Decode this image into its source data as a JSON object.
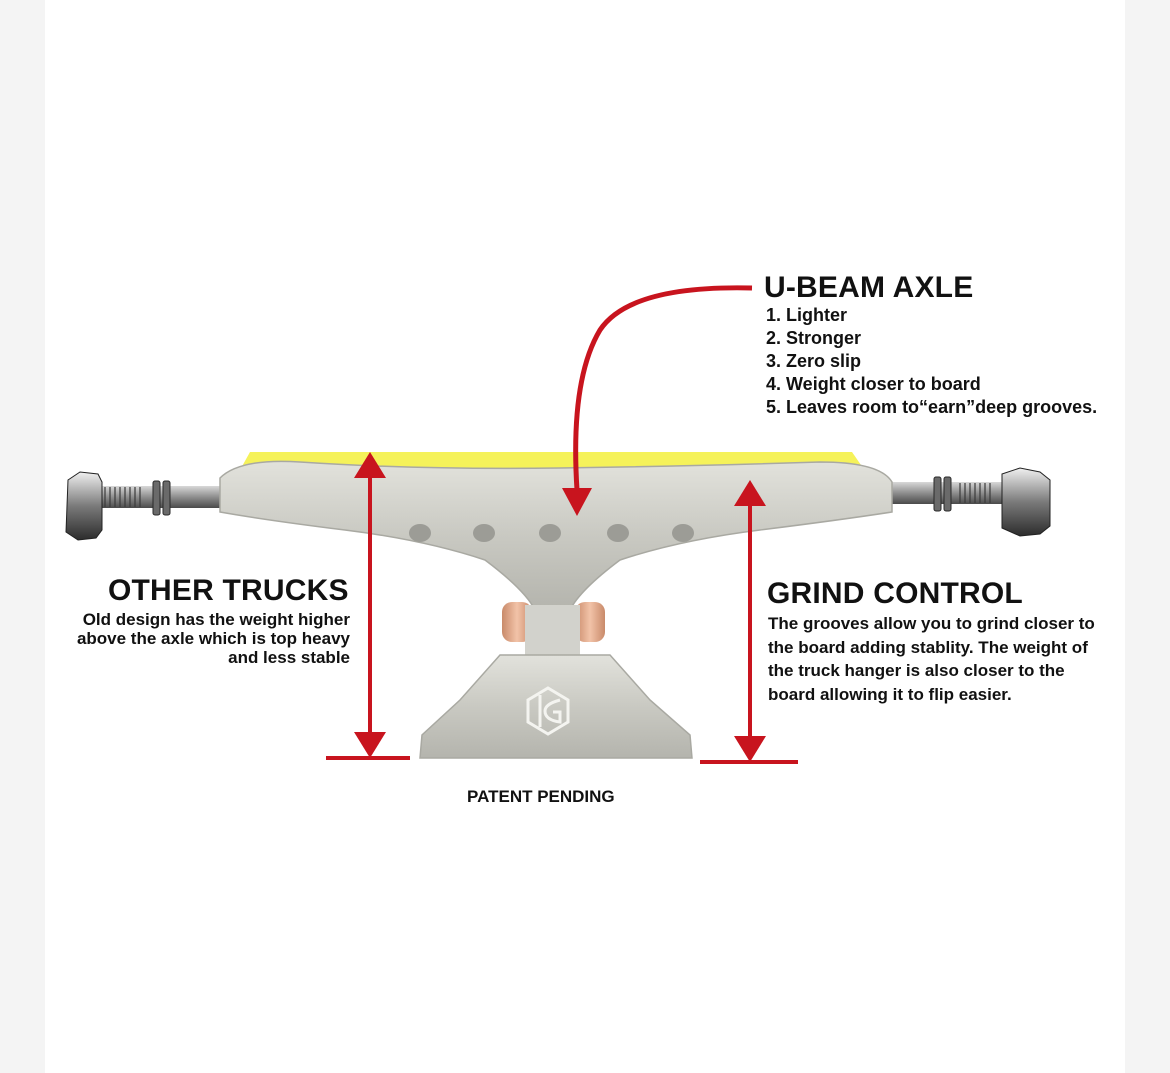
{
  "ubeam": {
    "title": "U-BEAM AXLE",
    "items": [
      "1. Lighter",
      "2. Stronger",
      "3. Zero slip",
      "4. Weight closer to board",
      "5. Leaves room to“earn”deep grooves."
    ]
  },
  "other_trucks": {
    "title": "OTHER TRUCKS",
    "text": "Old design has the weight higher above the axle which is top heavy and less stable"
  },
  "grind_control": {
    "title": "GRIND CONTROL",
    "text": "The grooves allow you to grind closer to the board adding stablity. The weight of the truck hanger is also closer to the board allowing it to flip easier."
  },
  "patent": "PATENT PENDING",
  "colors": {
    "arrow_red": "#c8141e",
    "highlight_yellow": "#f5f25a",
    "hanger_silver": "#cfcfc9",
    "axle_steel": "#8a8a8a"
  }
}
